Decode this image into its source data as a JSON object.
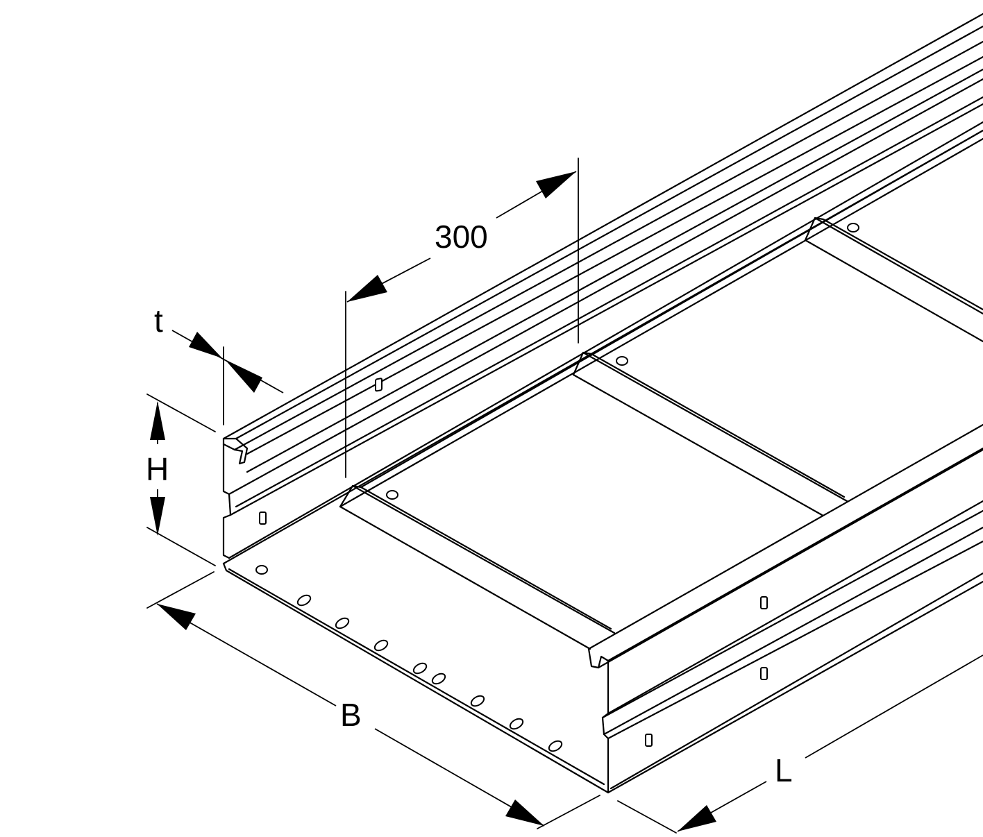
{
  "dimensions": {
    "rung_spacing": "300",
    "thickness": "t",
    "height": "H",
    "width": "B",
    "length": "L"
  },
  "colors": {
    "line": "#000000",
    "background": "#ffffff"
  }
}
